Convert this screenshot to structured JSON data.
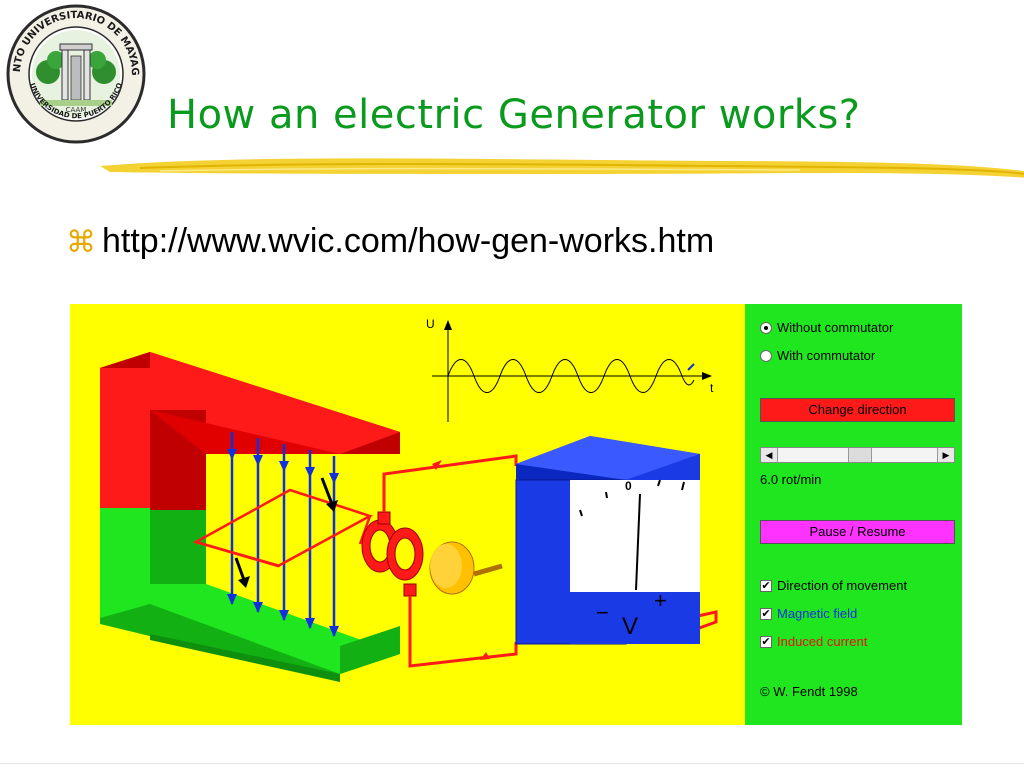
{
  "logo": {
    "top_text": "RECINTO UNIVERSITARIO DE MAYAGÜEZ",
    "bottom_text": "UNIVERSIDAD DE PUERTO RICO",
    "motto": "CAAM"
  },
  "slide": {
    "title": "How an electric Generator works?",
    "bullet_symbol": "⌘",
    "bullet_text": "http://www.wvic.com/how-gen-works.htm"
  },
  "applet": {
    "graph_axis_u": "U",
    "graph_axis_t": "t",
    "meter_zero": "0",
    "meter_minus": "−",
    "meter_plus": "+",
    "meter_unit": "V",
    "controls": {
      "radio_1": "Without commutator",
      "radio_2": "With commutator",
      "radio_selected": "radio_1",
      "change_direction": "Change direction",
      "speed": "6.0 rot/min",
      "pause_resume": "Pause / Resume",
      "check_1": "Direction of movement",
      "check_2": "Magnetic field",
      "check_3": "Induced current",
      "copyright": "©  W. Fendt 1998"
    },
    "colors": {
      "background": "#ffff00",
      "panel": "#1fe61f",
      "magnet_north": "#ff1a1a",
      "magnet_south": "#1fe61f",
      "field_lines": "#1030e0",
      "wire": "#ff1a1a",
      "meter": "#1a3ae6",
      "check_2_text": "#1030e0",
      "check_3_text": "#e81010"
    }
  }
}
